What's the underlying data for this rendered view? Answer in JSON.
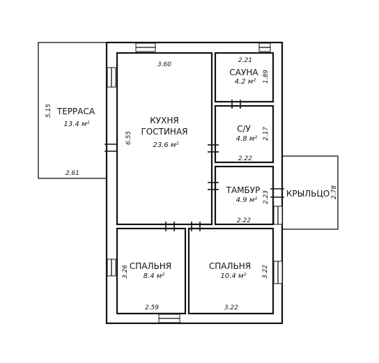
{
  "rooms": {
    "kitchen": {
      "name1": "КУХНЯ",
      "name2": "ГОСТИНАЯ",
      "area": "23.6 м²",
      "width": "3.60",
      "height": "6.55"
    },
    "sauna": {
      "name": "САУНА",
      "area": "4.2 м²",
      "width": "2.21",
      "height": "1.89"
    },
    "wc": {
      "name": "С/У",
      "area": "4.8 м²",
      "width": "2.22",
      "height": "2.17"
    },
    "tambur": {
      "name": "ТАМБУР",
      "area": "4.9 м²",
      "width": "2.22",
      "height": "2.23"
    },
    "terrace": {
      "name": "ТЕРРАСА",
      "area": "13.4 м²",
      "width": "2.61",
      "height": "5.15"
    },
    "porch": {
      "name": "КРЫЛЬЦО",
      "height": "2.78"
    },
    "bedroom1": {
      "name": "СПАЛЬНЯ",
      "area": "8.4 м²",
      "width": "2.59",
      "height": "3.26"
    },
    "bedroom2": {
      "name": "СПАЛЬНЯ",
      "area": "10.4 м²",
      "width": "3.22",
      "height": "3.22"
    }
  }
}
